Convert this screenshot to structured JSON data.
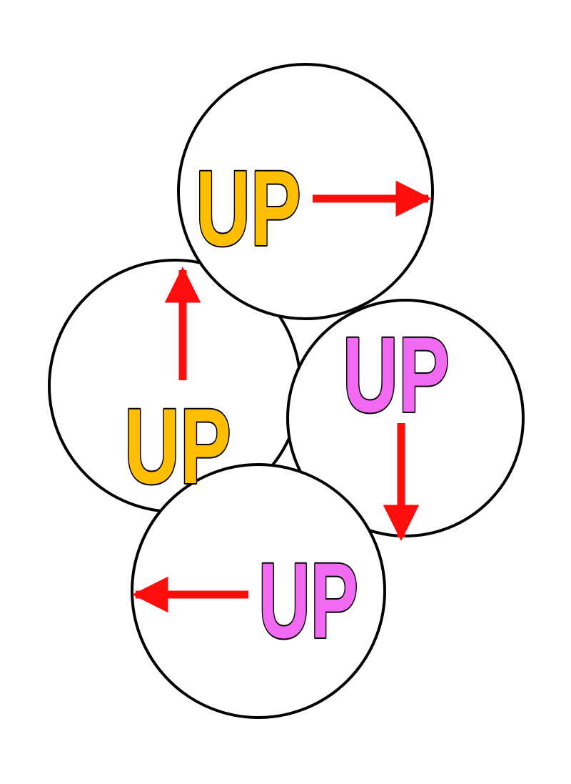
{
  "colors": {
    "background": "#ffffff",
    "circle_stroke": "#000000",
    "circle_fill": "#ffffff",
    "arrow": "#ff0d0d",
    "yellow_text": "#ffbf00",
    "pink_text": "#f26af2"
  },
  "nodes": [
    {
      "id": "top",
      "label": "UP",
      "color": "yellow",
      "arrow_direction": "right"
    },
    {
      "id": "right",
      "label": "UP",
      "color": "pink",
      "arrow_direction": "down"
    },
    {
      "id": "bottom",
      "label": "UP",
      "color": "pink",
      "arrow_direction": "left"
    },
    {
      "id": "left",
      "label": "UP",
      "color": "yellow",
      "arrow_direction": "up"
    }
  ]
}
